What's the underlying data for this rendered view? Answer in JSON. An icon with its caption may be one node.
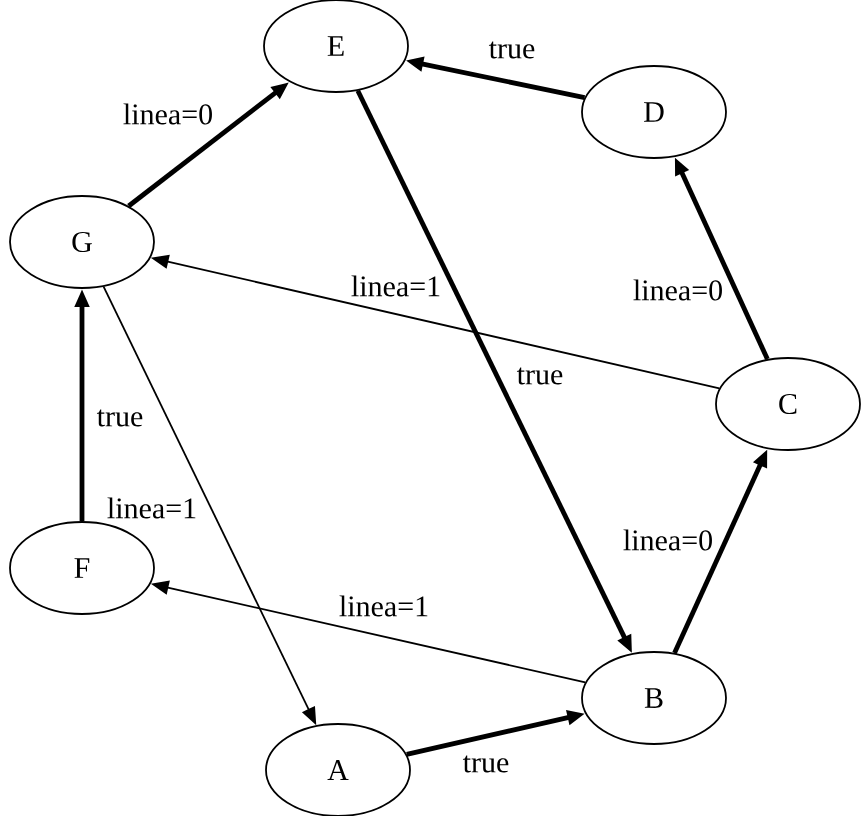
{
  "diagram": {
    "nodes": [
      {
        "text": [
          "E"
        ]
      },
      {
        "text": [
          "D"
        ]
      },
      {
        "text": [
          "G"
        ]
      },
      {
        "text": [
          "C"
        ]
      },
      {
        "text": [
          "F"
        ]
      },
      {
        "text": [
          "B"
        ]
      },
      {
        "text": [
          "A"
        ]
      }
    ],
    "edges": [
      {
        "from": 2,
        "to": 0,
        "arrow": "to",
        "label": "linea=0"
      },
      {
        "from": 1,
        "to": 0,
        "arrow": "to",
        "label": "true"
      },
      {
        "from": 3,
        "to": 1,
        "arrow": "to",
        "label": "linea=0"
      },
      {
        "from": 3,
        "to": 2,
        "arrow": "to",
        "label": "linea=1"
      },
      {
        "from": 0,
        "to": 5,
        "arrow": "to",
        "label": "true"
      },
      {
        "from": 4,
        "to": 2,
        "arrow": "to",
        "label": "true"
      },
      {
        "from": 2,
        "to": 6,
        "arrow": "to",
        "label": "linea=1"
      },
      {
        "from": 5,
        "to": 4,
        "arrow": "to",
        "label": "linea=1"
      },
      {
        "from": 5,
        "to": 3,
        "arrow": "to",
        "label": "linea=0"
      },
      {
        "from": 6,
        "to": 5,
        "arrow": "to",
        "label": "true"
      }
    ]
  }
}
